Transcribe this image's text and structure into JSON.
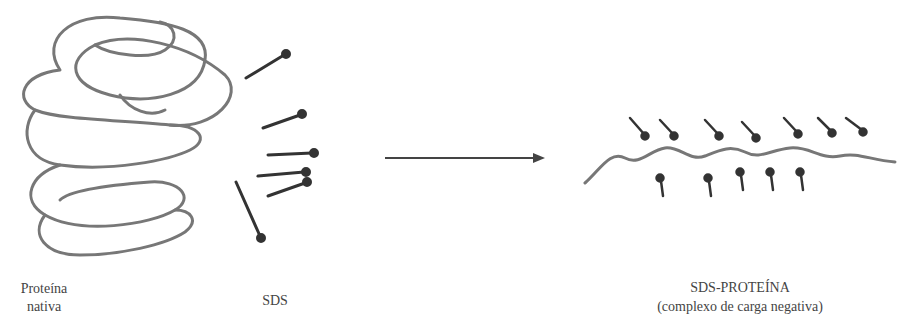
{
  "diagram": {
    "labels": [
      "Proteína nativa",
      "SDS",
      "SDS-PROTEÍNA",
      "(complexo de carga negativa)"
    ]
  }
}
